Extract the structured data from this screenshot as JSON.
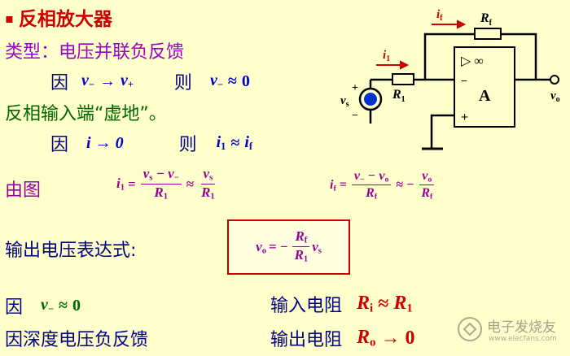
{
  "colors": {
    "background": "#ffffcc",
    "title": "#cc0000",
    "type_text": "#9900cc",
    "body_text": "#000080",
    "green_text": "#006600",
    "blue_math": "#0000cc",
    "purple_math": "#990099",
    "circuit": "#000000",
    "circuit_label": "#cc0000",
    "box_border": "#cc0000"
  },
  "title": {
    "bullet": "▪",
    "text": "反相放大器"
  },
  "type_line": "类型：电压并联负反馈",
  "line1": {
    "because": "因",
    "cond_var": "v",
    "cond_var_sub": "−",
    "arrow": "→",
    "cond_rhs": "v",
    "cond_rhs_sub": "+",
    "then": "则",
    "res_var": "v",
    "res_var_sub": "−",
    "approx": "≈",
    "res_val": "0"
  },
  "virtual_ground": "反相输入端“虚地”。",
  "line2": {
    "because": "因",
    "cond": "i → 0",
    "then": "则",
    "res_var": "i",
    "res_sub": "1",
    "approx": "≈",
    "res_rhs": "i",
    "res_rhs_sub": "f"
  },
  "from_figure": "由图",
  "eq_i1": {
    "lhs": "i",
    "lhs_sub": "1",
    "eq": "=",
    "num": "v",
    "num_sub": "s",
    "num_minus": " − v",
    "num_sub2": "−",
    "den": "R",
    "den_sub": "1",
    "approx": "≈",
    "num2": "v",
    "num2_sub": "s",
    "den2": "R",
    "den2_sub": "1"
  },
  "eq_if": {
    "lhs": "i",
    "lhs_sub": "f",
    "eq": "=",
    "num": "v",
    "num_sub": "−",
    "num_minus": " − v",
    "num_sub2": "o",
    "den": "R",
    "den_sub": "f",
    "approx": "≈ −",
    "num2": "v",
    "num2_sub": "o",
    "den2": "R",
    "den2_sub": "f"
  },
  "output_label": "输出电压表达式:",
  "boxed_eq": {
    "lhs": "v",
    "lhs_sub": "o",
    "eq": "= −",
    "num": "R",
    "num_sub": "f",
    "den": "R",
    "den_sub": "1",
    "rhs": "v",
    "rhs_sub": "s"
  },
  "line3": {
    "because": "因",
    "var": "v",
    "var_sub": "−",
    "approx": "≈",
    "val": "0"
  },
  "line4": "因深度电压负反馈",
  "input_res": {
    "label": "输入电阻",
    "var": "R",
    "sub": "i",
    "approx": "≈",
    "rhs": "R",
    "rhs_sub": "1"
  },
  "output_res": {
    "label": "输出电阻",
    "var": "R",
    "sub": "o",
    "arrow": "→",
    "val": "0"
  },
  "circuit": {
    "if_label": "i",
    "if_sub": "f",
    "rf_label": "R",
    "rf_sub": "f",
    "i1_label": "i",
    "i1_sub": "1",
    "r1_label": "R",
    "r1_sub": "1",
    "vs_label": "v",
    "vs_sub": "s",
    "plus": "+",
    "minus": "−",
    "amp_label": "A",
    "amp_inf": "▷ ∞",
    "amp_minus": "−",
    "amp_plus": "+",
    "vo_label": "v",
    "vo_sub": "o"
  },
  "watermark": {
    "text": "电子发烧友",
    "sub": "www.elecfans.com"
  }
}
